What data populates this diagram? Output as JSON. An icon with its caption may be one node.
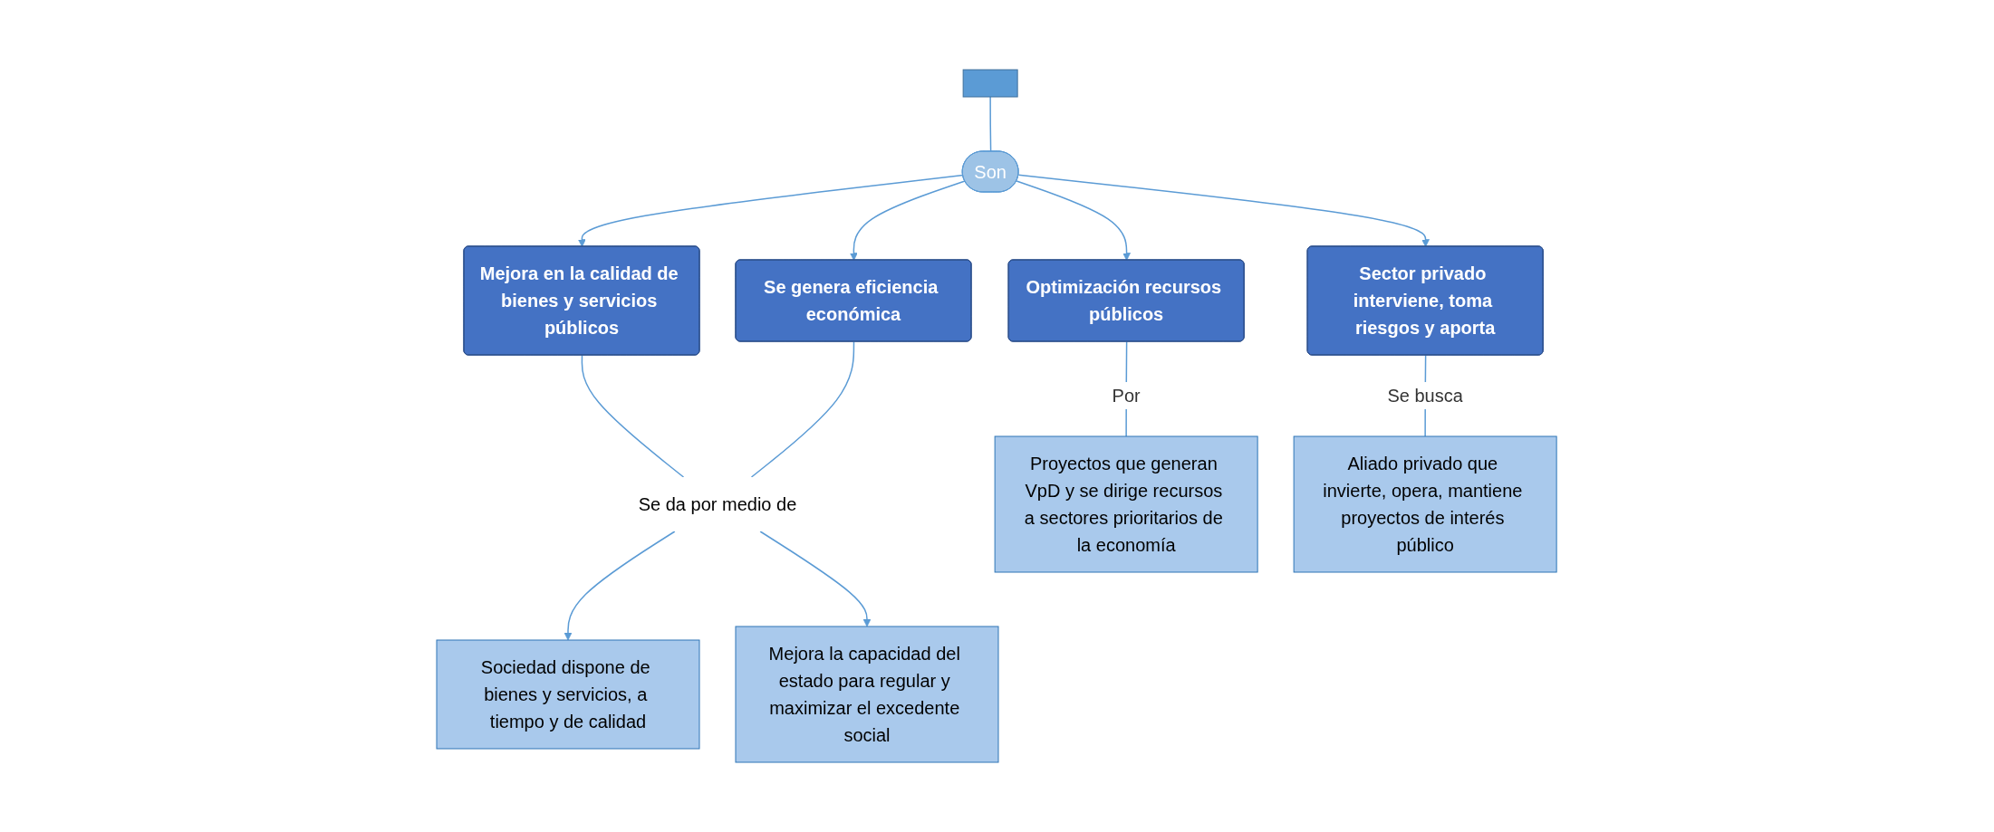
{
  "diagram": {
    "nodes": [
      {
        "text": [],
        "shape": "box"
      },
      {
        "text": [
          "Son"
        ]
      },
      {
        "text": [
          "Optimización recursos públicos"
        ]
      },
      {
        "text": [
          "Mejora en la calidad de bienes y servicios públicos"
        ]
      },
      {
        "text": [
          "Se genera eficiencia económica"
        ]
      },
      {
        "text": [
          "Sector privado interviene, toma riesgos y aporta"
        ]
      },
      {
        "text": [
          "Se da por medio de"
        ]
      },
      {
        "text": [
          "Proyectos que generan VpD y se dirige recursos a sectores prioritarios de la economía"
        ]
      },
      {
        "text": [
          "Sociedad dispone de bienes y servicios, a tiempo y de calidad"
        ]
      },
      {
        "text": [
          "Mejora la capacidad del estado para regular y maximizar el excedente social"
        ]
      },
      {
        "text": [
          "Aliado privado que invierte, opera, mantiene proyectos de interés público"
        ]
      }
    ],
    "edges": [
      {
        "from": 0,
        "to": 1,
        "arrow": "none"
      },
      {
        "from": 1,
        "to": 2,
        "arrow": "to"
      },
      {
        "from": 1,
        "to": 3,
        "arrow": "to"
      },
      {
        "from": 1,
        "to": 4,
        "arrow": "to"
      },
      {
        "from": 1,
        "to": 5,
        "arrow": "to"
      },
      {
        "from": 2,
        "to": 7,
        "arrow": "none",
        "label": "Por"
      },
      {
        "from": 3,
        "to": 6,
        "arrow": "none"
      },
      {
        "from": 4,
        "to": 6,
        "arrow": "none"
      },
      {
        "from": 6,
        "to": 8,
        "arrow": "to"
      },
      {
        "from": 6,
        "to": 9,
        "arrow": "to"
      },
      {
        "from": 5,
        "to": 10,
        "arrow": "none",
        "label": "Se busca"
      }
    ]
  }
}
